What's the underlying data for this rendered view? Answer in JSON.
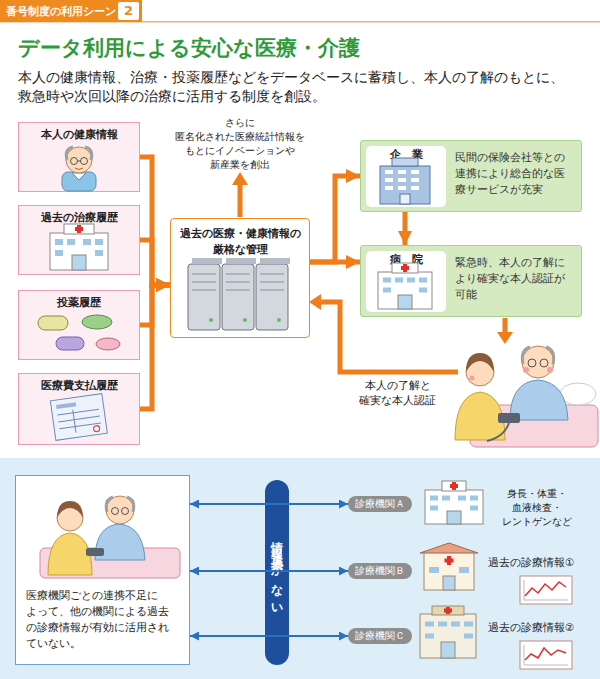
{
  "diagram": {
    "title": "データ利用による安心な医療・介護",
    "nodes": [
      {
        "text": [
          "番号制度の利用シーン"
        ]
      },
      {
        "text": [
          "2"
        ],
        "in": 0
      },
      {
        "text": [
          "本人の健康情報"
        ]
      },
      {
        "text": [
          "過去の治療履歴"
        ]
      },
      {
        "text": [
          "投薬履歴"
        ]
      },
      {
        "text": [
          "医療費支払履歴"
        ]
      },
      {
        "text": [
          "過去の医療・健康情報の 厳格な管理"
        ]
      },
      {
        "text": [
          "企　業",
          "民間の保険会社等との 連携により総合的な医 療サービスが充実"
        ]
      },
      {
        "text": [
          "病　院",
          "緊急時、本人の了解に より確実な本人認証が 可能"
        ]
      },
      {
        "text": [
          "医療機関ごとの連携不足に よって、他の機関による過去 の診療情報が有効に活用され ていない。"
        ]
      },
      {
        "text": [
          "情報連携がない"
        ]
      },
      {
        "text": [
          "診療機関Ａ"
        ]
      },
      {
        "text": [
          "診療機関Ｂ"
        ]
      },
      {
        "text": [
          "診療機関Ｃ"
        ]
      }
    ],
    "edges": [
      {
        "from": 2,
        "to": 6,
        "arrow": "to"
      },
      {
        "from": 3,
        "to": 6,
        "arrow": "to"
      },
      {
        "from": 4,
        "to": 6,
        "arrow": "to"
      },
      {
        "from": 5,
        "to": 6,
        "arrow": "to"
      },
      {
        "from": 6,
        "to": 7,
        "arrow": "to"
      },
      {
        "from": 6,
        "to": 8,
        "arrow": "to"
      },
      {
        "from": 7,
        "to": 8,
        "arrow": "to"
      },
      {
        "from": 9,
        "to": 11,
        "arrow": "both"
      },
      {
        "from": 9,
        "to": 12,
        "arrow": "both"
      },
      {
        "from": 9,
        "to": 13,
        "arrow": "both"
      }
    ],
    "labels": [
      "本人の健康情報、治療・投薬履歴などをデータベースに蓄積し、本人の了解のもとに、 救急時や次回以降の治療に活用する制度を創設。",
      "さらに 匿名化された医療統計情報を もとにイノベーションや 新産業を創出",
      "本人の了解と 確実な本人認証",
      "身長・体重・ 血液検査・ レントゲンなど",
      "過去の診療情報①",
      "過去の診療情報②"
    ]
  }
}
